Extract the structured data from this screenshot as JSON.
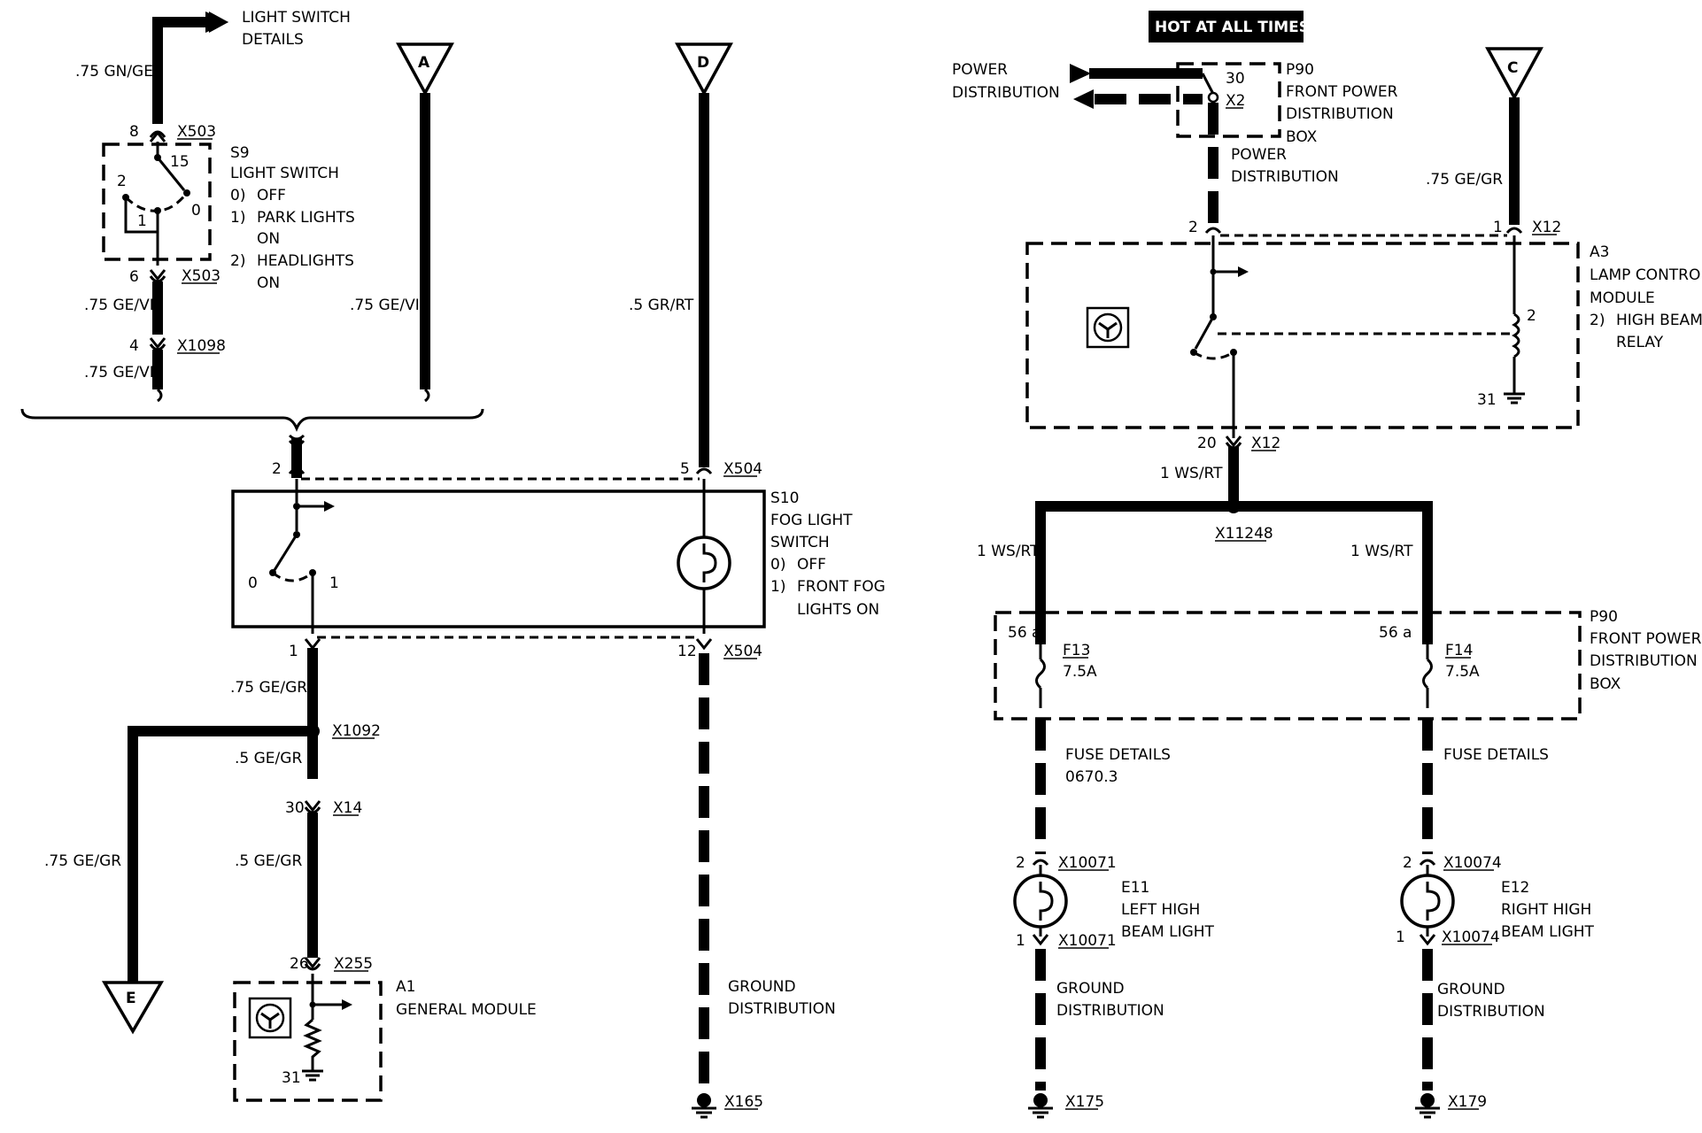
{
  "hot_banner": "HOT AT ALL TIMES",
  "refs": {
    "light_switch_details": [
      "LIGHT SWITCH",
      "DETAILS"
    ],
    "power_distribution_in": [
      "POWER",
      "DISTRIBUTION"
    ],
    "power_distribution_down": [
      "POWER",
      "DISTRIBUTION"
    ],
    "fuse_details_left": [
      "FUSE DETAILS",
      "0670.3"
    ],
    "fuse_details_right": "FUSE DETAILS",
    "ground_distribution": [
      "GROUND",
      "DISTRIBUTION"
    ]
  },
  "offpage": {
    "A": "A",
    "D": "D",
    "C": "C",
    "E": "E"
  },
  "wires": {
    "gn_ge": ".75 GN/GE",
    "ge_vi_1": ".75 GE/VI",
    "ge_vi_2": ".75 GE/VI",
    "ge_vi_a": ".75 GE/VI",
    "gr_rt": ".5 GR/RT",
    "ge_gr_75": ".75 GE/GR",
    "ge_gr_5a": ".5 GE/GR",
    "ge_gr_e": ".75 GE/GR",
    "ge_gr_5b": ".5 GE/GR",
    "ge_gr_c": ".75 GE/GR",
    "ws_rt_main": "1 WS/RT",
    "ws_rt_left": "1 WS/RT",
    "ws_rt_right": "1 WS/RT"
  },
  "connectors": {
    "x503_top": "X503",
    "x503_bot": "X503",
    "x1098": "X1098",
    "x504_top": "X504",
    "x504_bot": "X504",
    "x1092": "X1092",
    "x14": "X14",
    "x255": "X255",
    "x165": "X165",
    "x2": "X2",
    "x12_top": "X12",
    "x12_bot": "X12",
    "x11248": "X11248",
    "x10071_top": "X10071",
    "x10071_bot": "X10071",
    "x10074_top": "X10074",
    "x10074_bot": "X10074",
    "x175": "X175",
    "x179": "X179"
  },
  "pins": {
    "p8": "8",
    "p15": "15",
    "p2s9": "2",
    "p1s9": "1",
    "p0s9": "0",
    "p6": "6",
    "p4": "4",
    "p2s10": "2",
    "p5": "5",
    "p0s10": "0",
    "p1s10": "1",
    "p1s10b": "1",
    "p12": "12",
    "p30x14": "30",
    "p26": "26",
    "p31a1": "31",
    "p30p90": "30",
    "p2a3": "2",
    "p1a3": "1",
    "p2coil": "2",
    "p31a3": "31",
    "p20": "20",
    "p56a_l": "56 a",
    "p56a_r": "56 a",
    "p2e11": "2",
    "p1e11": "1",
    "p2e12": "2",
    "p1e12": "1"
  },
  "components": {
    "s9": {
      "id": "S9",
      "name": "LIGHT SWITCH",
      "states": [
        "0)",
        "OFF",
        "1)",
        "PARK LIGHTS",
        "ON",
        "2)",
        "HEADLIGHTS",
        "ON"
      ]
    },
    "s10": {
      "id": "S10",
      "name": [
        "FOG LIGHT",
        "SWITCH"
      ],
      "states": [
        "0)",
        "OFF",
        "1)",
        "FRONT FOG",
        "LIGHTS ON"
      ]
    },
    "a1": {
      "id": "A1",
      "name": "GENERAL MODULE"
    },
    "p90_top": {
      "id": "P90",
      "name": [
        "FRONT POWER",
        "DISTRIBUTION",
        "BOX"
      ]
    },
    "a3": {
      "id": "A3",
      "name": [
        "LAMP CONTROL",
        "MODULE"
      ],
      "state": [
        "2)",
        "HIGH BEAM",
        "RELAY"
      ]
    },
    "p90_fuse": {
      "id": "P90",
      "name": [
        "FRONT POWER",
        "DISTRIBUTION",
        "BOX"
      ]
    },
    "f13": {
      "id": "F13",
      "rating": "7.5A"
    },
    "f14": {
      "id": "F14",
      "rating": "7.5A"
    },
    "e11": {
      "id": "E11",
      "name": [
        "LEFT HIGH",
        "BEAM LIGHT"
      ]
    },
    "e12": {
      "id": "E12",
      "name": [
        "RIGHT HIGH",
        "BEAM LIGHT"
      ]
    }
  }
}
